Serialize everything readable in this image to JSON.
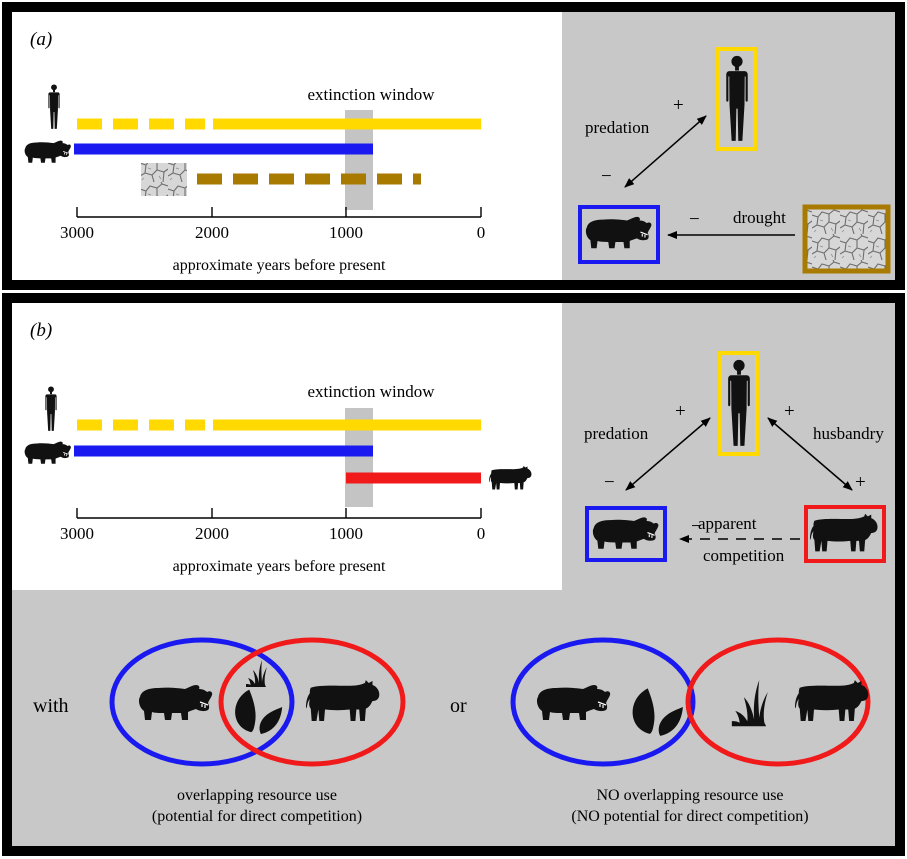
{
  "colors": {
    "human": "#FFD900",
    "hippo": "#1A1AF0",
    "drought": "#A87A00",
    "cattle": "#F01A1A",
    "panel_gray": "#C8C8C8",
    "window_gray": "#C4C4C4"
  },
  "panel_a": {
    "label": "(a)",
    "window_label": "extinction window",
    "axis_ticks": [
      "3000",
      "2000",
      "1000",
      "0"
    ],
    "axis_title": "approximate years before present",
    "timelines": [
      {
        "name": "human",
        "dashed_from": 3000,
        "dashed_to": 2000,
        "solid_from": 2000,
        "solid_to": 0
      },
      {
        "name": "hippo",
        "solid_from": 3000,
        "solid_to": 800
      },
      {
        "name": "drought",
        "dashed_from": 2100,
        "dashed_to": 500
      }
    ],
    "window": [
      1000,
      800
    ],
    "diagram": {
      "predation_label": "predation",
      "drought_label": "drought",
      "plus_sign": "+",
      "minus_sign": "−"
    }
  },
  "panel_b": {
    "label": "(b)",
    "window_label": "extinction window",
    "axis_ticks": [
      "3000",
      "2000",
      "1000",
      "0"
    ],
    "axis_title": "approximate years before present",
    "timelines": [
      {
        "name": "human",
        "dashed_from": 3000,
        "dashed_to": 2000,
        "solid_from": 2000,
        "solid_to": 0
      },
      {
        "name": "hippo",
        "solid_from": 3000,
        "solid_to": 800
      },
      {
        "name": "cattle",
        "solid_from": 1000,
        "solid_to": 0
      }
    ],
    "window": [
      1000,
      800
    ],
    "diagram": {
      "predation_label": "predation",
      "husbandry_label": "husbandry",
      "apparent_label": "apparent",
      "competition_label": "competition",
      "plus_sign": "+",
      "minus_sign": "−"
    },
    "with_label": "with",
    "or_label": "or",
    "overlap_caption_1": "overlapping resource use",
    "overlap_caption_2": "(potential for direct competition)",
    "nooverlap_caption_1": "NO overlapping resource use",
    "nooverlap_caption_2": "(NO potential for direct competition)"
  }
}
